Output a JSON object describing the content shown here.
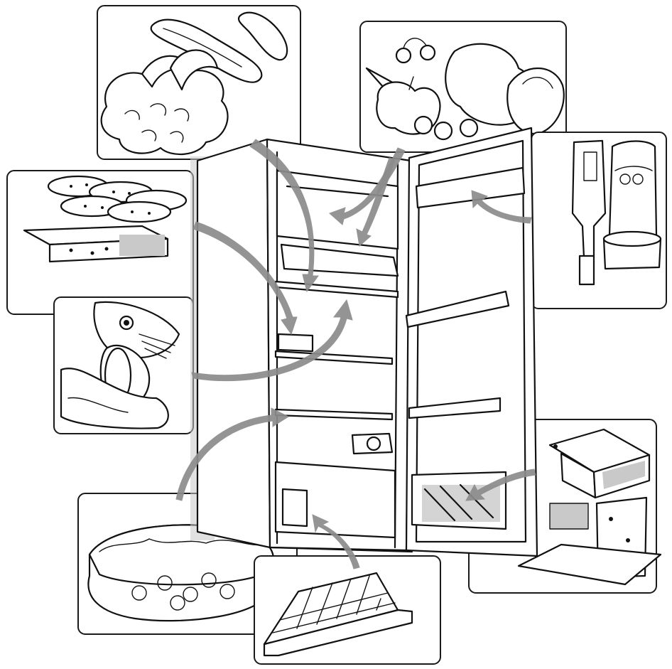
{
  "figure": {
    "kind": "refrigerator food-placement illustration",
    "palette": {
      "ink": "#111111",
      "arrow": "#8c8c8c",
      "paper": "#ffffff",
      "shade": "#c9c9c9"
    },
    "panels": [
      {
        "id": "vegetables",
        "icon": "cauliflower-cucumber-icon"
      },
      {
        "id": "fruit",
        "icon": "fruit-icon"
      },
      {
        "id": "bottles",
        "icon": "bottle-jar-icon"
      },
      {
        "id": "cold-cuts",
        "icon": "sausage-cheese-icon"
      },
      {
        "id": "fish",
        "icon": "fish-icon"
      },
      {
        "id": "cake",
        "icon": "cake-icon"
      },
      {
        "id": "ice-tray",
        "icon": "ice-tray-icon"
      },
      {
        "id": "butter-cheese",
        "icon": "butter-cheese-icon"
      }
    ]
  }
}
